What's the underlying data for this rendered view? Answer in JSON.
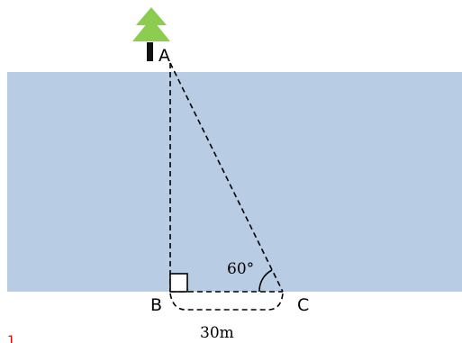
{
  "diagram": {
    "points": {
      "a": "A",
      "b": "B",
      "c": "C"
    },
    "angle_label": "60°",
    "distance_label": "30m",
    "corner_marker": "1",
    "colors": {
      "river": "#b8cce4",
      "tree_foliage": "#8ccd4f",
      "tree_trunk": "#111111",
      "marker": "#e00000"
    },
    "icons": {
      "tree": "tree-icon",
      "right_angle": "right-angle-marker"
    }
  }
}
